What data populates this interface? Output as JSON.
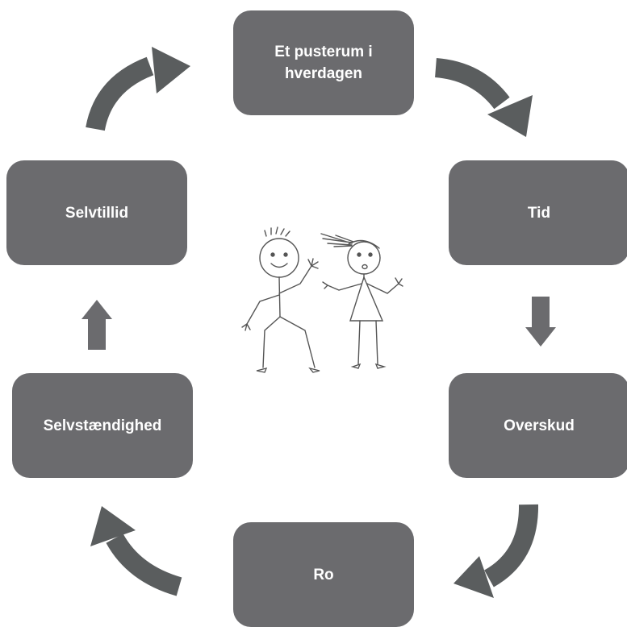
{
  "diagram": {
    "nodes": [
      {
        "id": "top",
        "label": "Et pusterum i hverdagen"
      },
      {
        "id": "right1",
        "label": "Tid"
      },
      {
        "id": "right2",
        "label": "Overskud"
      },
      {
        "id": "bottom",
        "label": "Ro"
      },
      {
        "id": "left2",
        "label": "Selvstændighed"
      },
      {
        "id": "left1",
        "label": "Selvtillid"
      }
    ],
    "edges": [
      {
        "from": "top",
        "to": "right1"
      },
      {
        "from": "right1",
        "to": "right2"
      },
      {
        "from": "right2",
        "to": "bottom"
      },
      {
        "from": "bottom",
        "to": "left2"
      },
      {
        "from": "left2",
        "to": "left1"
      },
      {
        "from": "left1",
        "to": "top"
      }
    ],
    "center_illustration": "stick-figure-boy-and-girl-icon",
    "colors": {
      "box": "#6b6b6e",
      "arrow": "#5a5d5e",
      "text": "#ffffff"
    }
  }
}
